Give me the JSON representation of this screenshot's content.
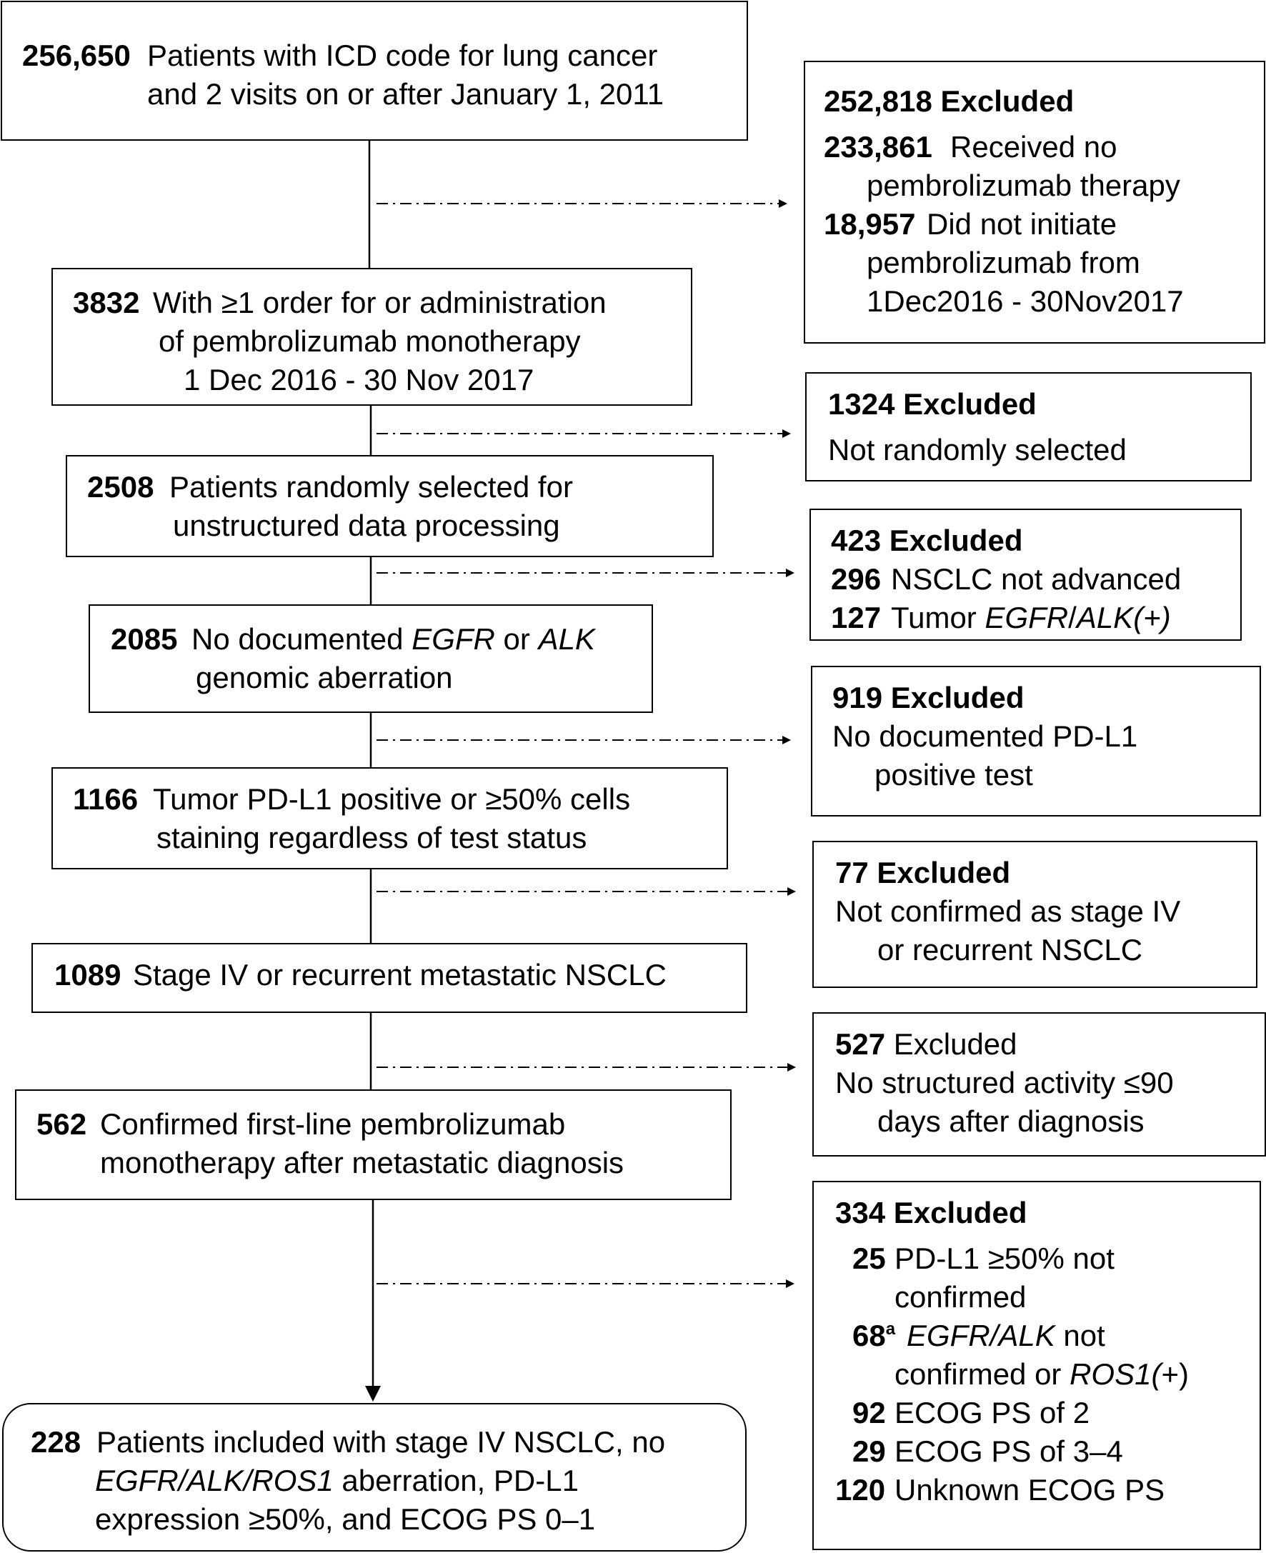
{
  "stages": [
    {
      "count": "256,650",
      "lines": [
        "Patients with ICD code for lung cancer",
        "and 2 visits on or after January 1, 2011"
      ]
    },
    {
      "count": "3832",
      "lines": [
        "With ≥1 order for or administration",
        "of pembrolizumab monotherapy",
        "1 Dec 2016 - 30 Nov 2017"
      ]
    },
    {
      "count": "2508",
      "lines": [
        "Patients randomly selected for",
        "unstructured data processing"
      ]
    },
    {
      "count": "2085",
      "line1_parts": [
        "No documented ",
        "EGFR",
        " or ",
        "ALK"
      ],
      "line2": "genomic aberration"
    },
    {
      "count": "1166",
      "lines": [
        "Tumor PD-L1 positive or ≥50% cells",
        "staining regardless of test status"
      ]
    },
    {
      "count": "1089",
      "lines": [
        "Stage IV or recurrent metastatic NSCLC"
      ]
    },
    {
      "count": "562",
      "lines": [
        "Confirmed first-line pembrolizumab",
        "monotherapy after metastatic diagnosis"
      ]
    },
    {
      "count": "228",
      "line1": "Patients included with stage IV NSCLC, no",
      "line2_italic": "EGFR/ALK/ROS1",
      "line2_rest": " aberration, PD-L1",
      "line3": "expression ≥50%, and ECOG PS 0–1"
    }
  ],
  "exclusions": [
    {
      "count": "252,818",
      "label": "Excluded",
      "items": [
        {
          "count": "233,861",
          "lines": [
            "Received no",
            "pembrolizumab therapy"
          ]
        },
        {
          "count": "18,957",
          "lines": [
            "Did not initiate",
            "pembrolizumab from",
            "1Dec2016 - 30Nov2017"
          ]
        }
      ]
    },
    {
      "count": "1324",
      "label": "Excluded",
      "lines": [
        "Not randomly selected"
      ]
    },
    {
      "count": "423",
      "label": "Excluded",
      "items": [
        {
          "count": "296",
          "text": "NSCLC not advanced"
        },
        {
          "count": "127",
          "text": "Tumor ",
          "italic": "EGFR",
          "text2": "/",
          "italic2": "ALK(+)"
        }
      ]
    },
    {
      "count": "919",
      "label": "Excluded",
      "lines": [
        "No documented PD-L1",
        "positive test"
      ]
    },
    {
      "count": "77",
      "label": "Excluded",
      "lines": [
        "Not confirmed as stage IV",
        "or recurrent NSCLC"
      ]
    },
    {
      "count": "527",
      "label": "Excluded",
      "lines": [
        "No structured activity ≤90",
        "days after diagnosis"
      ]
    },
    {
      "count": "334",
      "label": "Excluded",
      "items": [
        {
          "count": "25",
          "lines": [
            "PD-L1 ≥50% not",
            "confirmed"
          ]
        },
        {
          "count": "68",
          "sup": "a",
          "italic": "EGFR/ALK",
          "text": " not",
          "line2": "confirmed or ",
          "line2_italic": "ROS1(",
          "line2_rest": "+)"
        },
        {
          "count": "92",
          "text": "ECOG PS of 2"
        },
        {
          "count": "29",
          "text": "ECOG PS of 3–4"
        },
        {
          "count": "120",
          "text": "Unknown ECOG PS"
        }
      ]
    }
  ]
}
